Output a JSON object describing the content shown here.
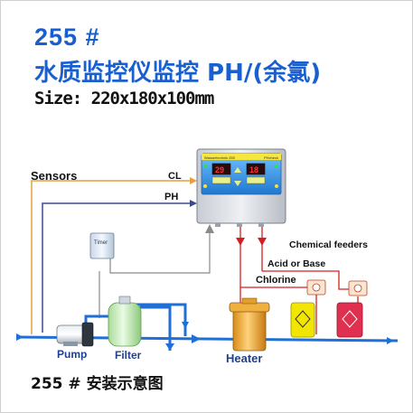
{
  "title_number": "255 #",
  "title_main": "水质监控仪监控 PH/(余氯)",
  "size_spec": "Size: 220x180x100mm",
  "labels": {
    "sensors": "Sensors",
    "cl": "CL",
    "ph": "PH",
    "timer": "Timer",
    "chemical_feeders": "Chemical feeders",
    "acid_or_base": "Acid  or  Base",
    "chlorine": "Chlorine",
    "pump": "Pump",
    "filter": "Filter",
    "heater": "Heater"
  },
  "controller": {
    "header_left": "Wassertechnik 255",
    "header_right": "PHcheck",
    "display_left": "29",
    "display_right": "18"
  },
  "caption": "255 # 安装示意图",
  "colors": {
    "title_blue": "#1a5fd0",
    "water_blue": "#1f6fd6",
    "sensor_orange": "#e6a040",
    "sensor_purple": "#3d4a8a",
    "dosing_red": "#d42020",
    "signal_gray": "#8a8a8a",
    "panel_blue": "#2a8fe0",
    "feeder_yellow": "#f2e600",
    "feeder_red": "#e03050",
    "heater_orange": "#e8a028"
  }
}
